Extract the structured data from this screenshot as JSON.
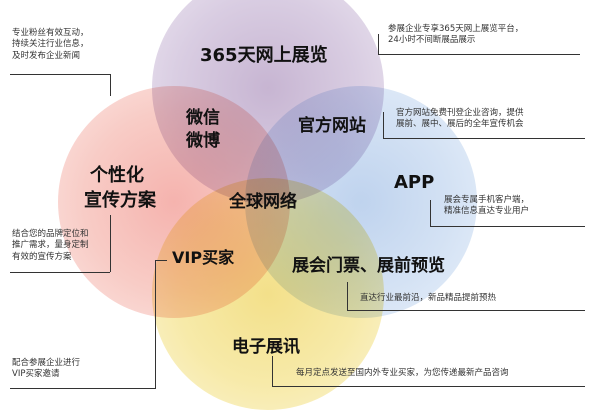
{
  "diagram": {
    "circle_colors": {
      "top": "#c7b5d2",
      "left": "#f5b3ae",
      "right": "#bfd3ee",
      "bottom": "#f3e08a"
    },
    "labels": {
      "expo_365": "365天网上展览",
      "weixin": "微信",
      "weibo": "微博",
      "official_site": "官方网站",
      "personalized_1": "个性化",
      "personalized_2": "宣传方案",
      "app": "APP",
      "global_network": "全球网络",
      "vip_buyers": "VIP买家",
      "tickets_preview": "展会门票、展前预览",
      "e_newsletter": "电子展讯"
    },
    "notes": {
      "fans": [
        "专业粉丝有效互动，",
        "持续关注行业信息，",
        "及时发布企业新闻"
      ],
      "expo_365": [
        "参展企业专享365天网上展览平台，",
        "24小时不间断展品展示"
      ],
      "official_site": [
        "官方网站免费刊登企业咨询，提供",
        "展前、展中、展后的全年宣传机会"
      ],
      "app": [
        "展会专属手机客户端，",
        "精准信息直达专业用户"
      ],
      "personalized": [
        "结合您的品牌定位和",
        "推广需求，量身定制",
        "有效的宣传方案"
      ],
      "tickets_preview": [
        "直达行业最前沿，新品精品提前预热"
      ],
      "vip": [
        "配合参展企业进行",
        "VIP买家邀请"
      ],
      "e_newsletter": [
        "每月定点发送至国内外专业买家，为您传递最新产品咨询"
      ]
    }
  }
}
